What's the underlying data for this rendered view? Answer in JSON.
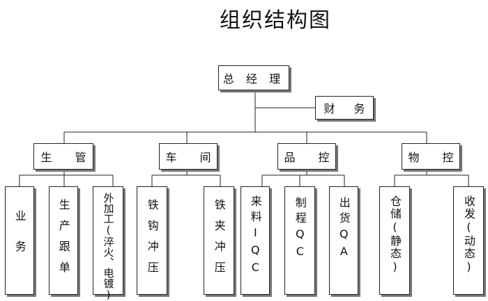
{
  "title": "组织结构图",
  "nodes": {
    "gm": "总 经 理",
    "finance": "财 务",
    "prod_mgmt": "生 管",
    "workshop": "车 间",
    "quality": "品 控",
    "material": "物 控"
  },
  "leaves": {
    "sales": "业务",
    "prod_follow": "生产跟单",
    "outsource": "外加工(淬火、电镀)",
    "hook_press": "铁钩冲压",
    "clip_press": "铁夹冲压",
    "iqc": "来料IQC",
    "process_qc": "制程QC",
    "shipping_qa": "出货QA",
    "warehouse": "仓储(静态)",
    "receiving": "收发(动态)"
  }
}
